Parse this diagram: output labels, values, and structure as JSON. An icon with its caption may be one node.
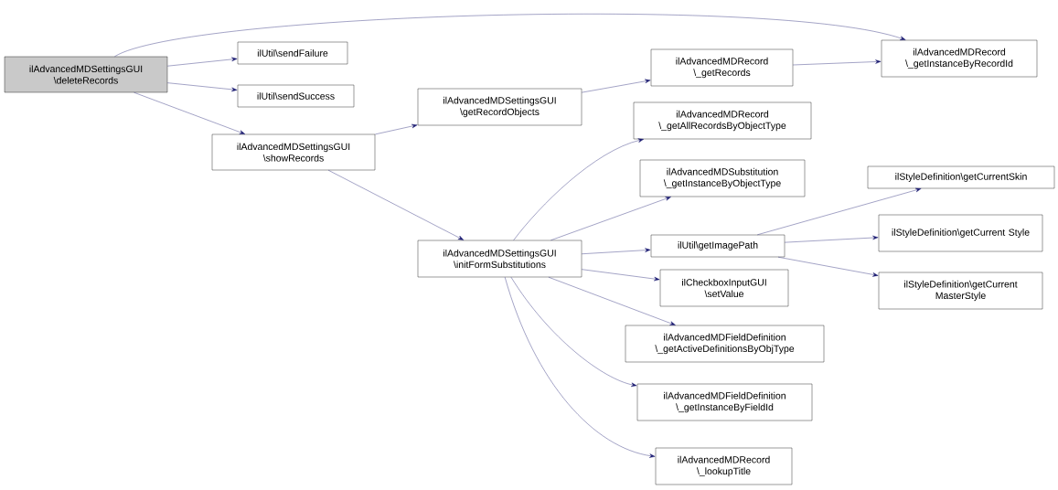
{
  "diagram": {
    "nodes": [
      {
        "text": [
          "ilAdvancedMDSettingsGUI \\deleteRecords"
        ]
      },
      {
        "text": [
          "ilUtil\\sendFailure"
        ]
      },
      {
        "text": [
          "ilUtil\\sendSuccess"
        ]
      },
      {
        "text": [
          "ilAdvancedMDSettingsGUI \\showRecords"
        ]
      },
      {
        "text": [
          "ilAdvancedMDRecord \\_getInstanceByRecordId"
        ]
      },
      {
        "text": [
          "ilAdvancedMDSettingsGUI \\getRecordObjects"
        ]
      },
      {
        "text": [
          "ilAdvancedMDRecord \\_getRecords"
        ]
      },
      {
        "text": [
          "ilAdvancedMDSettingsGUI \\initFormSubstitutions"
        ]
      },
      {
        "text": [
          "ilAdvancedMDRecord \\_getAllRecordsByObjectType"
        ]
      },
      {
        "text": [
          "ilAdvancedMDSubstitution \\_getInstanceByObjectType"
        ]
      },
      {
        "text": [
          "ilUtil\\getImagePath"
        ]
      },
      {
        "text": [
          "ilCheckboxInputGUI \\setValue"
        ]
      },
      {
        "text": [
          "ilAdvancedMDFieldDefinition \\_getActiveDefinitionsByObjType"
        ]
      },
      {
        "text": [
          "ilAdvancedMDFieldDefinition \\_getInstanceByFieldId"
        ]
      },
      {
        "text": [
          "ilAdvancedMDRecord \\_lookupTitle"
        ]
      },
      {
        "text": [
          "ilStyleDefinition\\getCurrentSkin"
        ]
      },
      {
        "text": [
          "ilStyleDefinition\\getCurrent Style"
        ]
      },
      {
        "text": [
          "ilStyleDefinition\\getCurrent MasterStyle"
        ]
      }
    ],
    "edges": [
      {
        "from": 0,
        "to": 4,
        "arrow": "to"
      },
      {
        "from": 0,
        "to": 1,
        "arrow": "to"
      },
      {
        "from": 0,
        "to": 2,
        "arrow": "to"
      },
      {
        "from": 0,
        "to": 3,
        "arrow": "to"
      },
      {
        "from": 3,
        "to": 5,
        "arrow": "to"
      },
      {
        "from": 3,
        "to": 7,
        "arrow": "to"
      },
      {
        "from": 5,
        "to": 6,
        "arrow": "to"
      },
      {
        "from": 6,
        "to": 4,
        "arrow": "to"
      },
      {
        "from": 7,
        "to": 8,
        "arrow": "to"
      },
      {
        "from": 7,
        "to": 9,
        "arrow": "to"
      },
      {
        "from": 7,
        "to": 10,
        "arrow": "to"
      },
      {
        "from": 7,
        "to": 11,
        "arrow": "to"
      },
      {
        "from": 7,
        "to": 12,
        "arrow": "to"
      },
      {
        "from": 7,
        "to": 13,
        "arrow": "to"
      },
      {
        "from": 7,
        "to": 14,
        "arrow": "to"
      },
      {
        "from": 10,
        "to": 15,
        "arrow": "to"
      },
      {
        "from": 10,
        "to": 16,
        "arrow": "to"
      },
      {
        "from": 10,
        "to": 17,
        "arrow": "to"
      }
    ]
  }
}
